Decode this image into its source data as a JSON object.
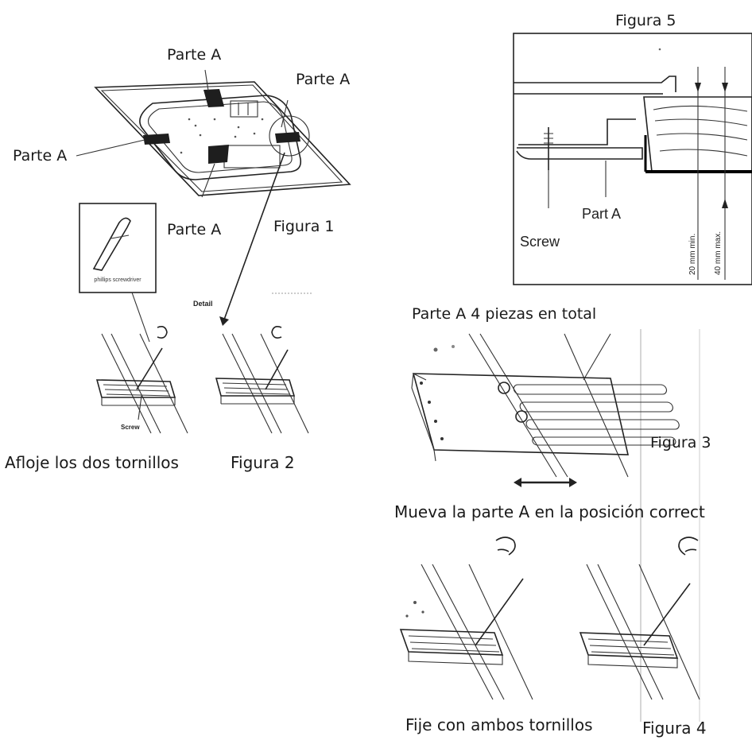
{
  "labels": {
    "parte_a_top": "Parte A",
    "parte_a_right": "Parte A",
    "parte_a_left": "Parte A",
    "parte_a_bottom": "Parte A",
    "figura_1": "Figura 1",
    "screwdriver_tag": "phillips screwdriver",
    "detail": "Detail",
    "screw_fig2": "Screw",
    "afloje": "Afloje los dos tornillos",
    "figura_2": "Figura 2",
    "figura_5": "Figura 5",
    "part_a_en": "Part A",
    "screw_en": "Screw",
    "dim_min": "20 mm min.",
    "dim_max": "40 mm max.",
    "parte_a_total": "Parte A 4 piezas en total",
    "figura_3": "Figura 3",
    "mueva": "Mueva la parte A en la posición correct",
    "fije": "Fije con ambos tornillos",
    "figura_4": "Figura 4"
  }
}
